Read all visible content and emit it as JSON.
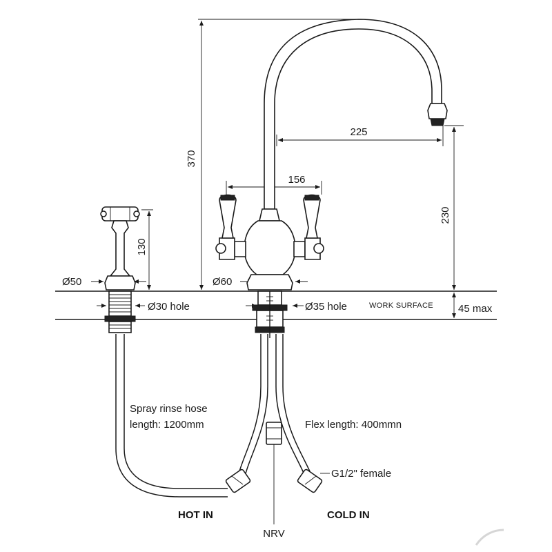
{
  "dimensions": {
    "total_height": "370",
    "spout_reach": "225",
    "handle_span": "156",
    "spout_height": "230",
    "rinse_height": "130",
    "rinse_base_dia": "Ø50",
    "mixer_base_dia": "Ø60",
    "rinse_hole": "Ø30 hole",
    "mixer_hole": "Ø35 hole",
    "max_thickness": "45 max"
  },
  "labels": {
    "work_surface": "WORK SURFACE",
    "spray_hose_line1": "Spray rinse hose",
    "spray_hose_line2": "length: 1200mm",
    "flex_length": "Flex length: 400mmn",
    "connector": "G1/2\" female",
    "hot_in": "HOT IN",
    "cold_in": "COLD IN",
    "nrv": "NRV"
  }
}
